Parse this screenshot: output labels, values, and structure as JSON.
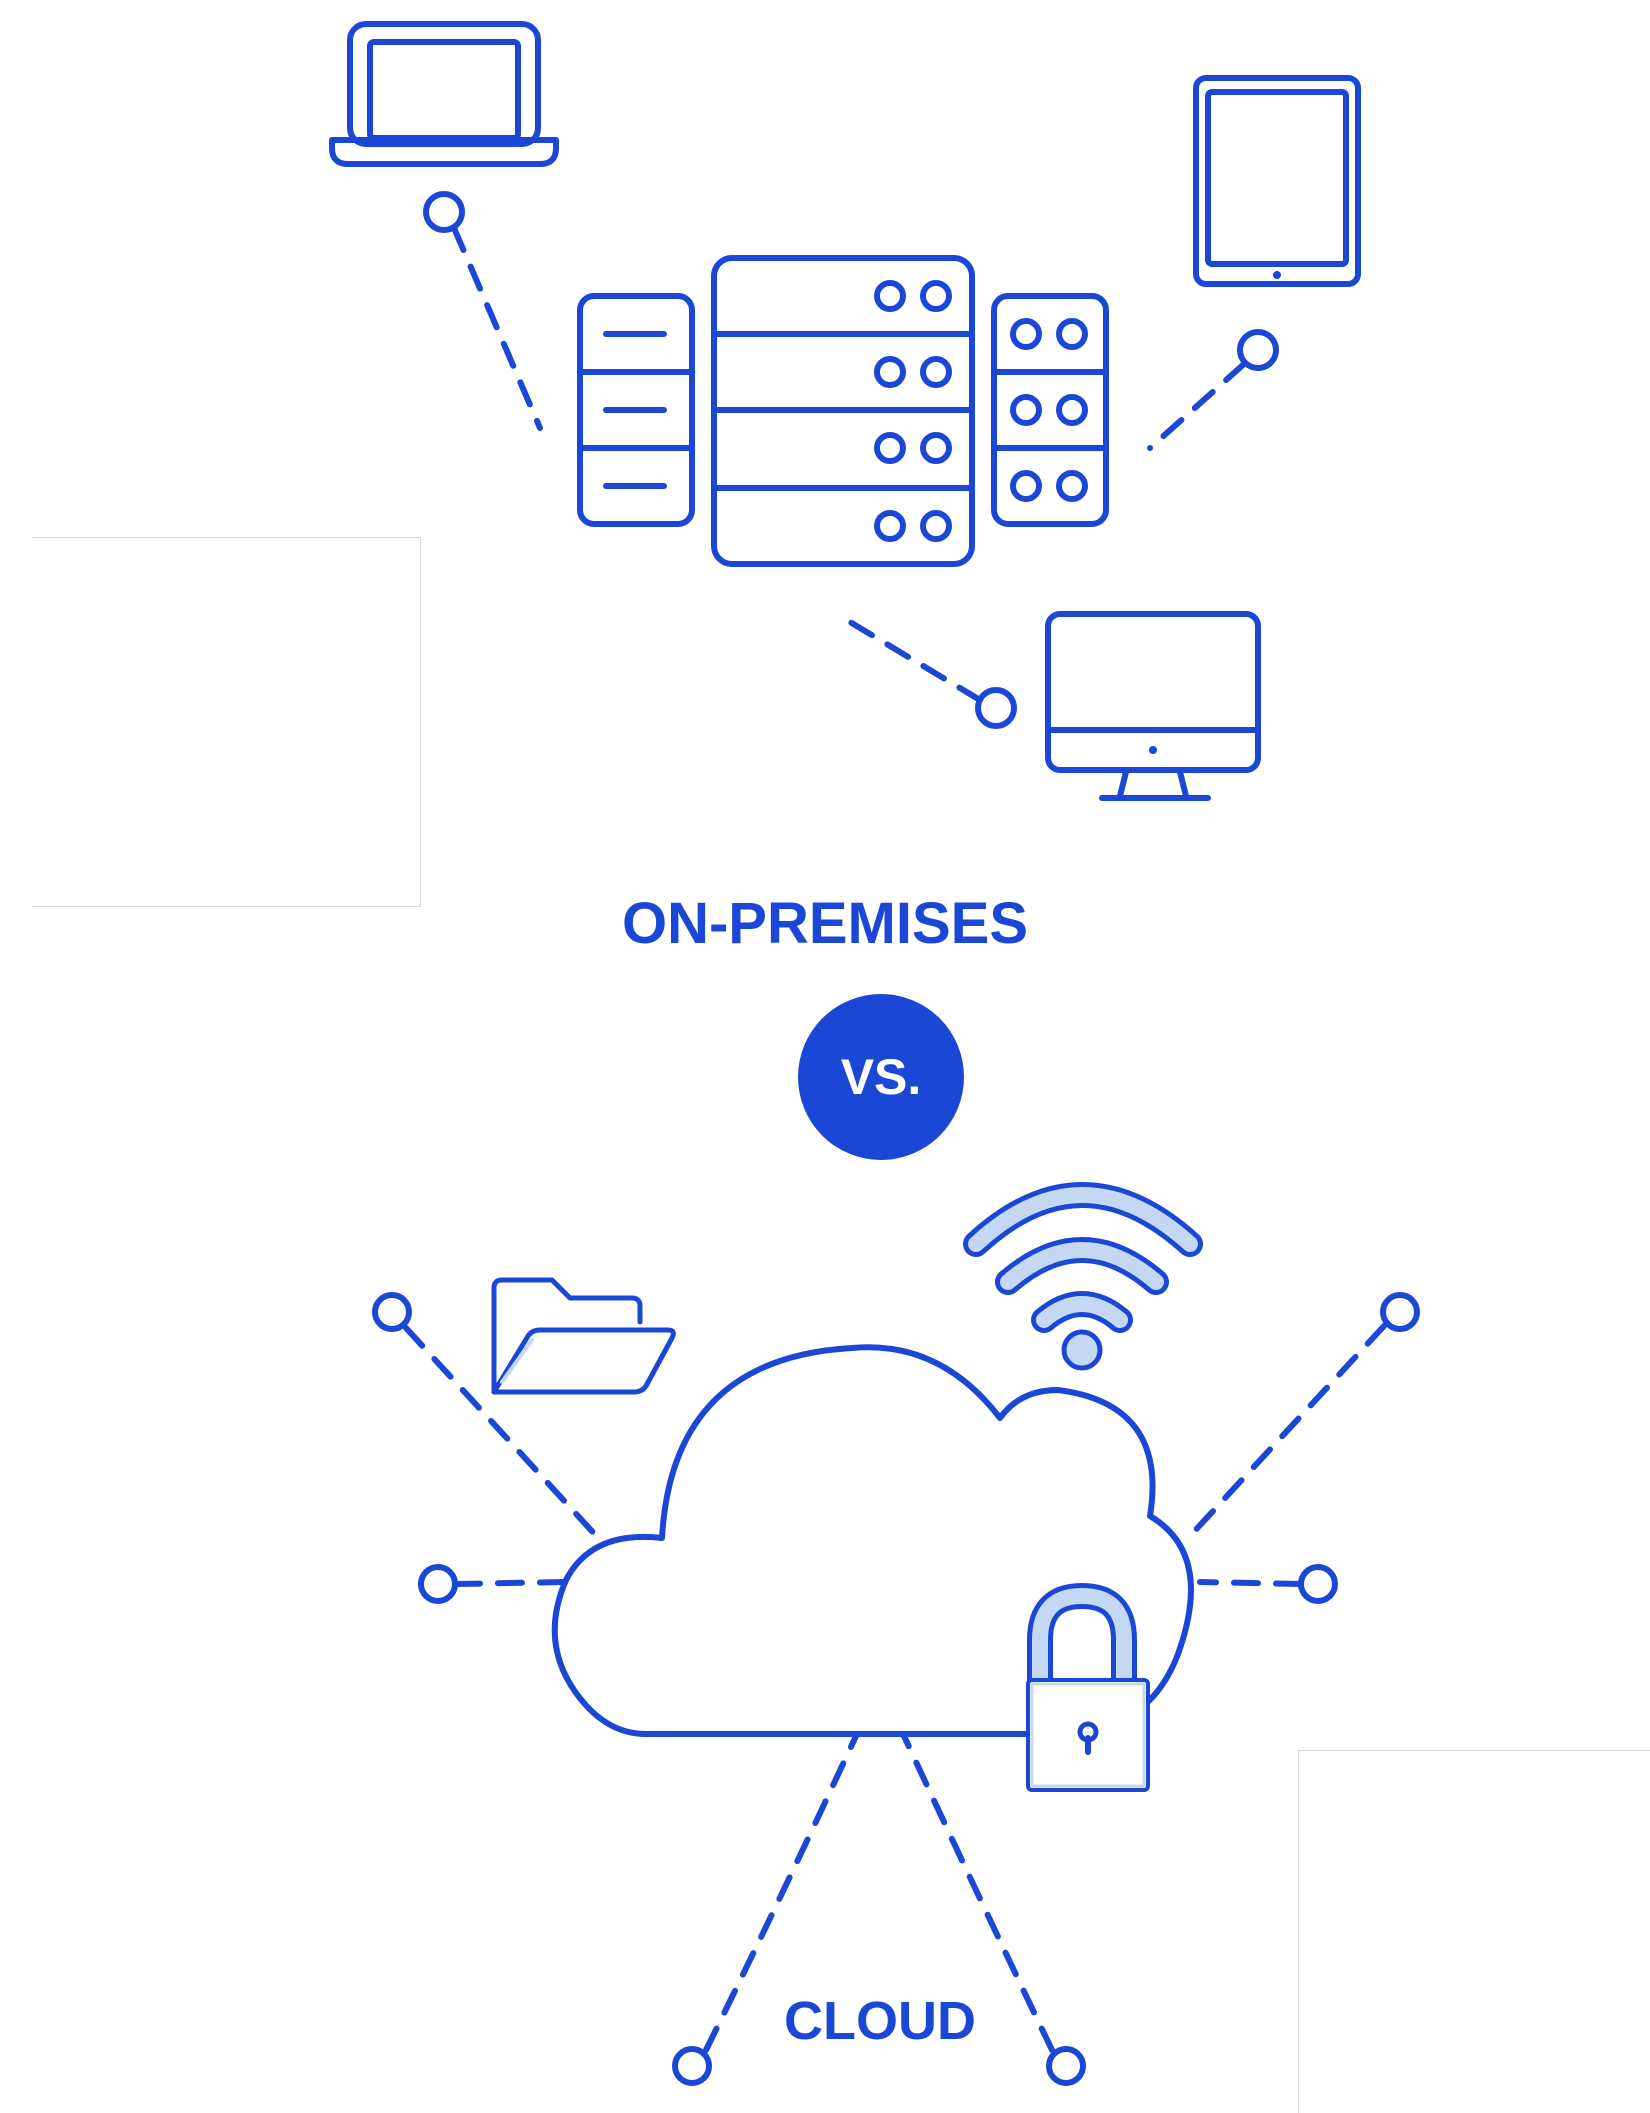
{
  "labels": {
    "on_premises": "ON-PREMISES",
    "vs": "VS.",
    "cloud": "CLOUD"
  },
  "colors": {
    "primary": "#1a47d6",
    "light_accent": "#c4d8f4",
    "background": "#ffffff"
  },
  "icons": {
    "on_premises": [
      "laptop-icon",
      "tablet-icon",
      "server-rack-icon",
      "desktop-monitor-icon"
    ],
    "cloud": [
      "cloud-icon",
      "wifi-icon",
      "folder-icon",
      "padlock-icon"
    ]
  }
}
